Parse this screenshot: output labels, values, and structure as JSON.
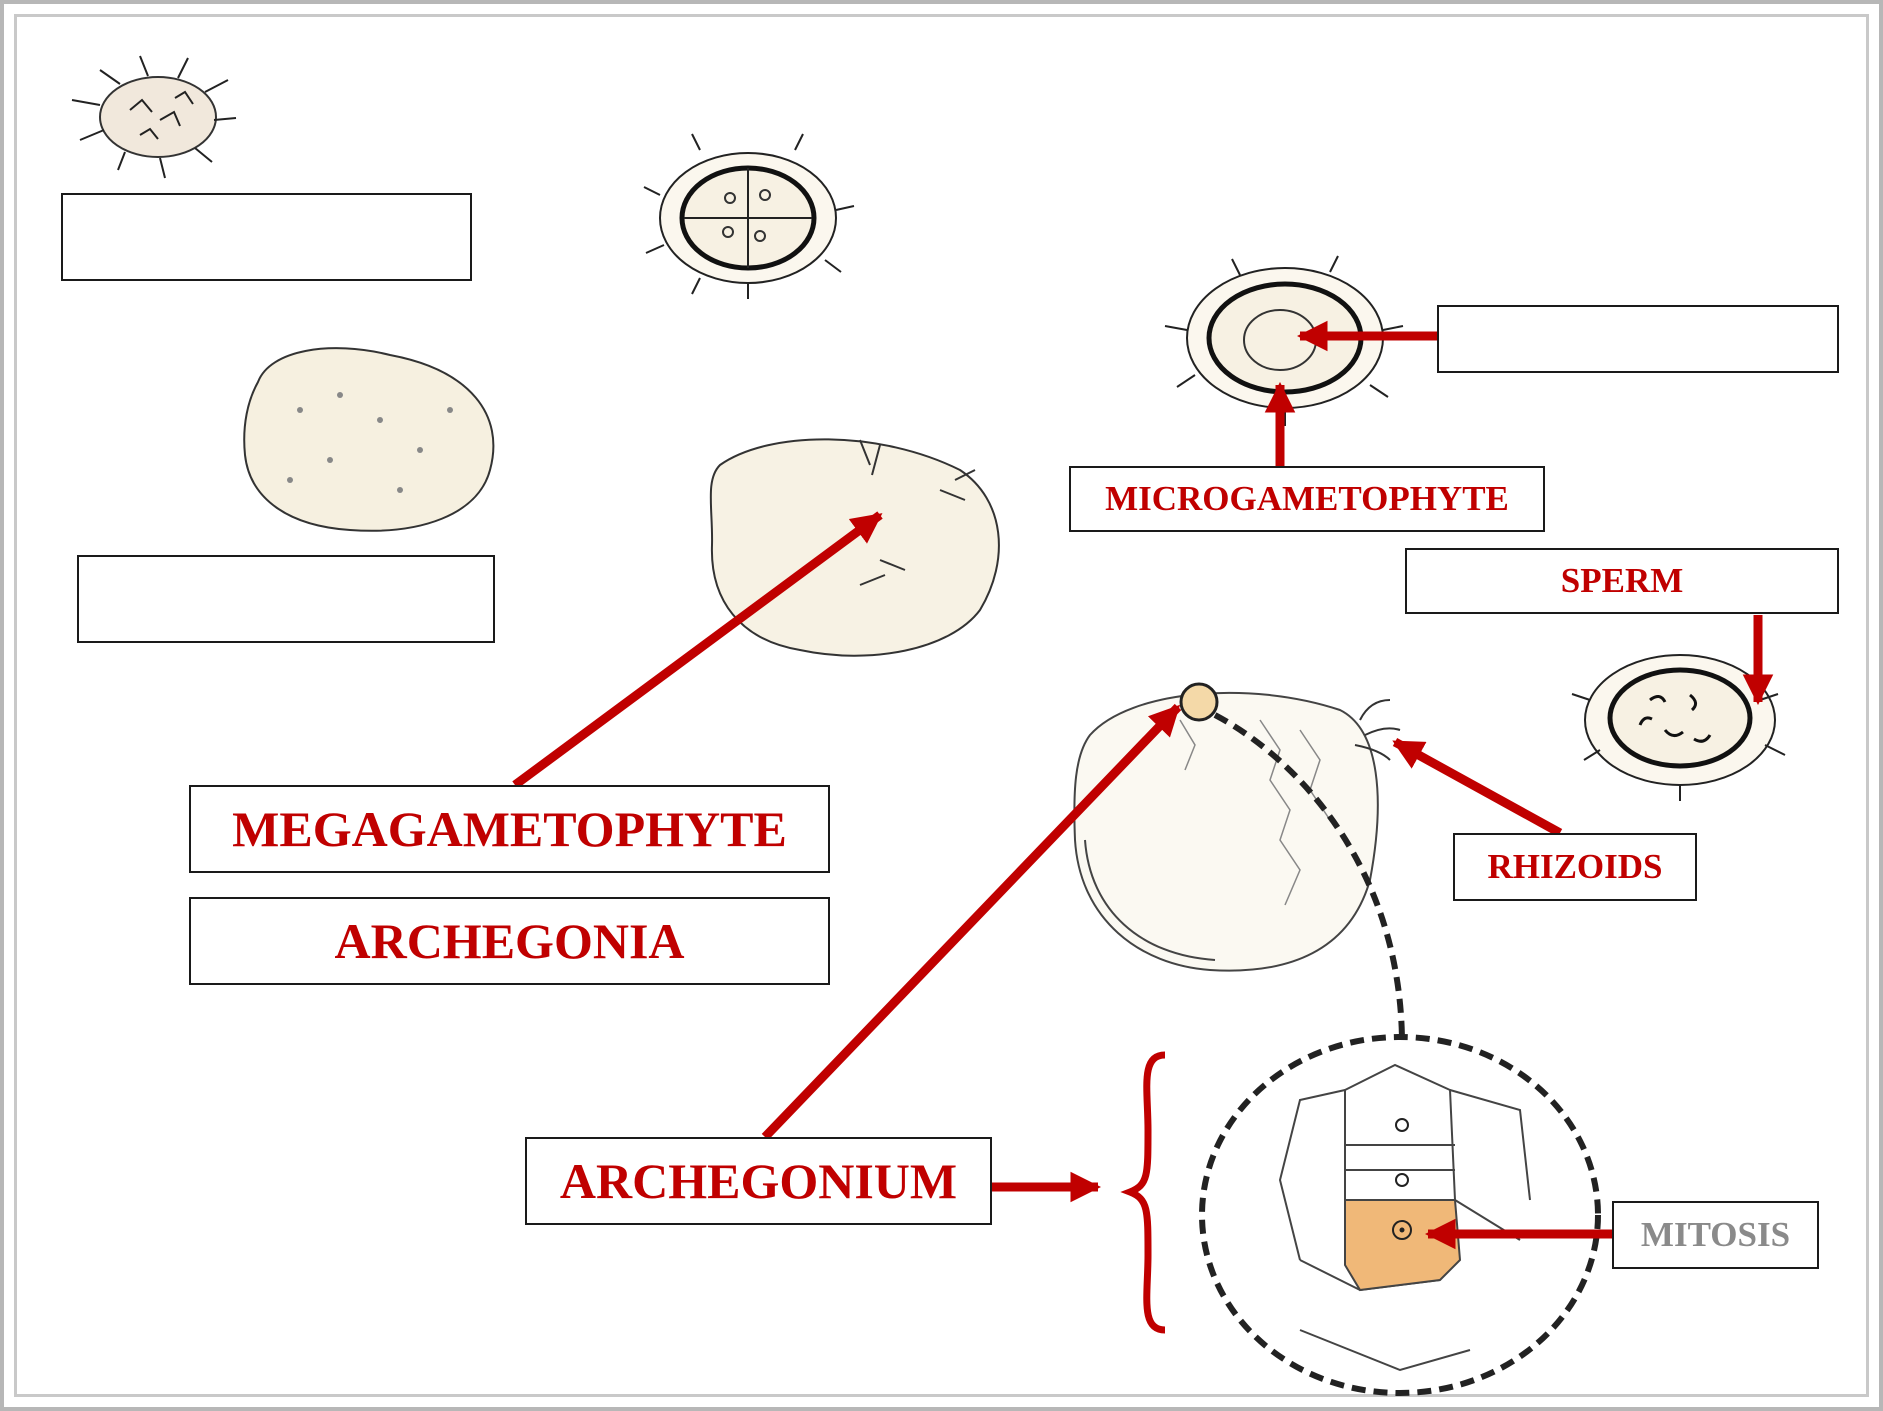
{
  "colors": {
    "accent_red": "#c00000",
    "label_gray": "#8a8a8a",
    "box_border": "#1a1a1a",
    "egg_highlight": "#f0b878"
  },
  "labels": {
    "blank_1": "",
    "blank_2": "",
    "blank_3": "",
    "megagametophyte": "MEGAGAMETOPHYTE",
    "archegonia": "ARCHEGONIA",
    "microgametophyte": "MICROGAMETOPHYTE",
    "sperm": "SPERM",
    "rhizoids": "RHIZOIDS",
    "archegonium": "ARCHEGONIUM",
    "mitosis": "MITOSIS"
  }
}
